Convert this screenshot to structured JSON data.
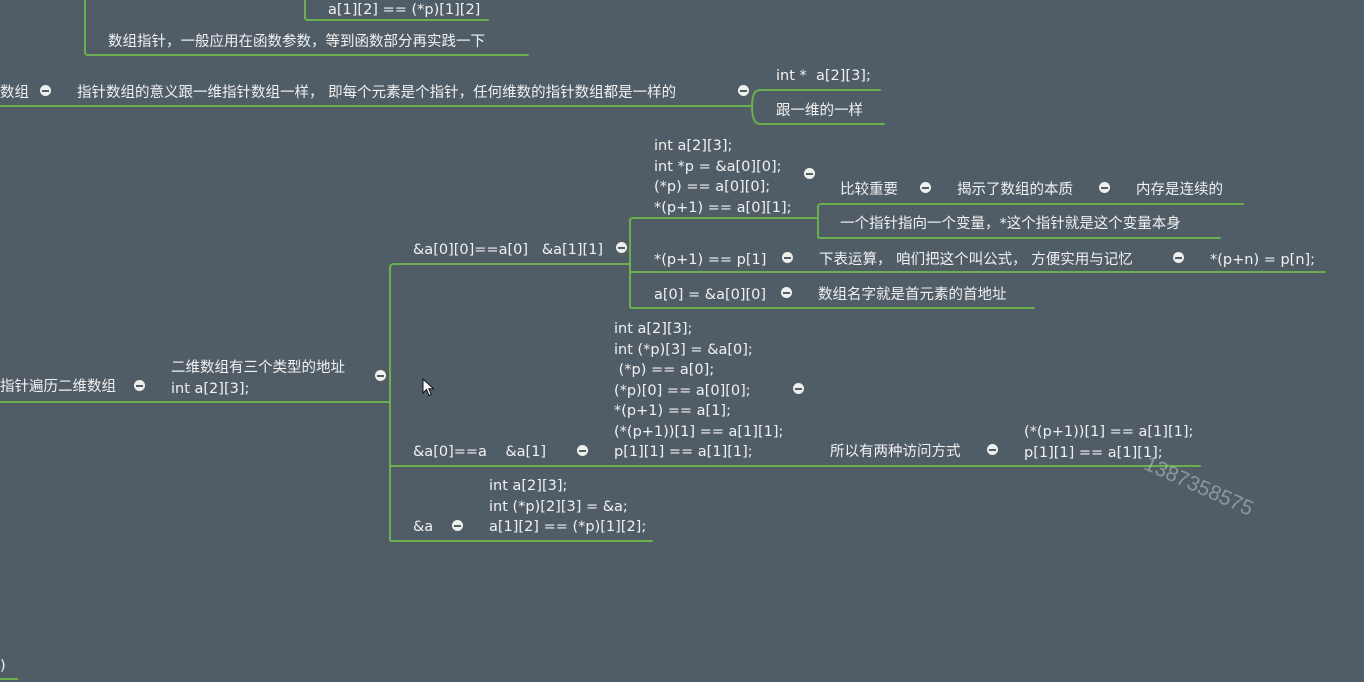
{
  "colors": {
    "background": "#505c66",
    "branch": "#6ab04c",
    "text": "#f2f2f2",
    "toggle": "#eef0ee"
  },
  "nodes": {
    "top_expr": "a[1][2] == (*p)[1][2]",
    "array_pointer_note": "数组指针，一般应用在函数参数，等到函数部分再实践一下",
    "pointer_array_tail": "数组",
    "pointer_array_desc": "指针数组的意义跟一维指针数组一样， 即每个元素是个指针，任何维数的指针数组都是一样的",
    "int_star_decl": "int *  a[2][3];",
    "same_as_1d": "跟一维的一样",
    "traverse_2d_tail": "指针遍历二维数组",
    "three_address_types": "二维数组有三个类型的地址\nint a[2][3];",
    "elem_address": "&a[0][0]==a[0]   &a[1][1]",
    "elem_code": "int a[2][3];\nint *p = &a[0][0];\n(*p) == a[0][0];\n*(p+1) == a[0][1];",
    "important": "比较重要",
    "reveal_essence": "揭示了数组的本质",
    "memory_contiguous": "内存是连续的",
    "pointer_to_var": "一个指针指向一个变量，*这个指针就是这个变量本身",
    "subscript_expr": "*(p+1) == p[1]",
    "subscript_formula": "下表运算， 咱们把这个叫公式， 方便实用与记忆",
    "p_n_formula": "*(p+n) = p[n];",
    "a0_expr": "a[0] = &a[0][0]",
    "array_name_first": "数组名字就是首元素的首地址",
    "row_code": "int a[2][3];\nint (*p)[3] = &a[0];\n (*p) == a[0];\n(*p)[0] == a[0][0];\n*(p+1) == a[1];\n(*(p+1))[1] == a[1][1];\np[1][1] == a[1][1];",
    "row_address": "&a[0]==a    &a[1]",
    "two_access_ways": "所以有两种访问方式",
    "two_access_code": "(*(p+1))[1] == a[1][1];\np[1][1] == a[1][1];",
    "whole_address": "&a",
    "whole_code": "int a[2][3];\nint (*p)[2][3] = &a;\na[1][2] == (*p)[1][2];",
    "bottom_tail": ")"
  },
  "watermark": "1387358575"
}
